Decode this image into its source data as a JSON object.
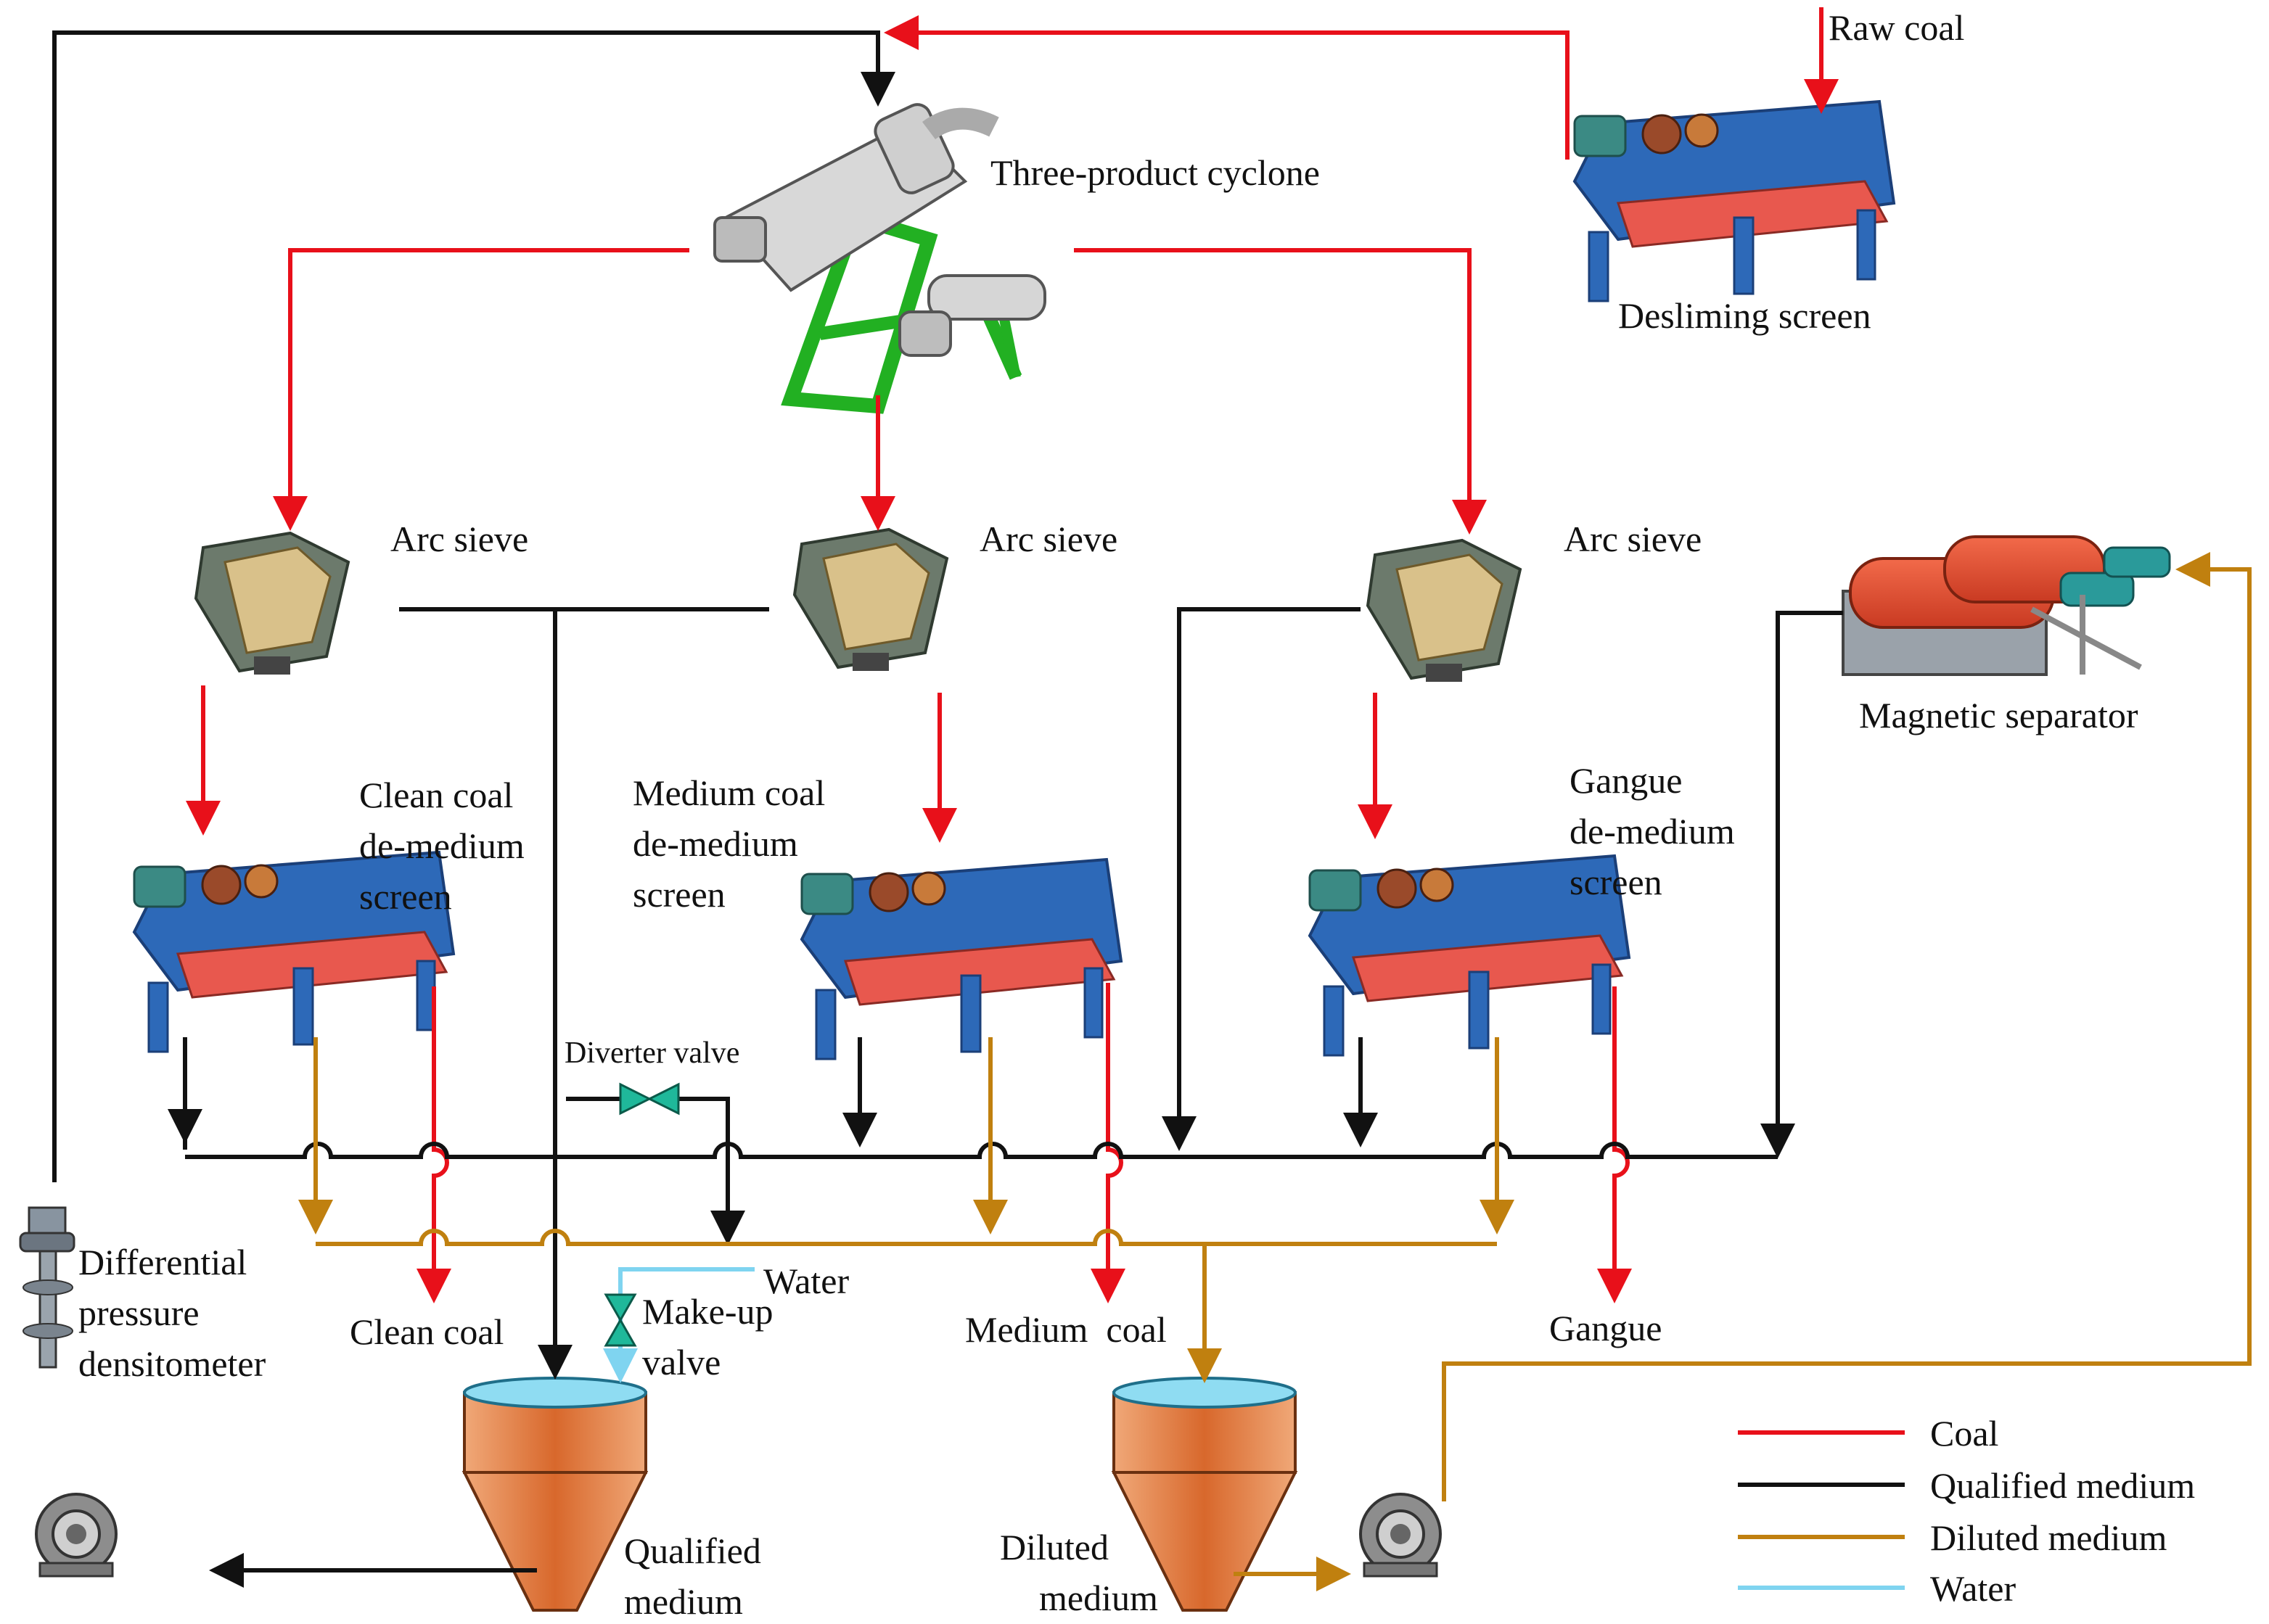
{
  "colors": {
    "coal": "#e8101a",
    "qualified_medium": "#111111",
    "diluted_medium": "#c0800f",
    "water": "#7fd4f0"
  },
  "labels": {
    "raw_coal": "Raw coal",
    "cyclone": "Three-product cyclone",
    "desliming_screen": "Desliming screen",
    "arc_sieve_1": "Arc sieve",
    "arc_sieve_2": "Arc sieve",
    "arc_sieve_3": "Arc sieve",
    "magnetic_separator": "Magnetic separator",
    "clean_screen": [
      "Clean coal",
      "de-medium",
      "screen"
    ],
    "medium_screen": [
      "Medium coal",
      "de-medium",
      "screen"
    ],
    "gangue_screen": [
      "Gangue",
      "de-medium",
      "screen"
    ],
    "diverter_valve": "Diverter valve",
    "water": "Water",
    "makeup_valve": [
      "Make-up",
      "valve"
    ],
    "densitometer": [
      "Differential",
      "pressure",
      "densitometer"
    ],
    "clean_coal": "Clean coal",
    "medium_coal": "Medium  coal",
    "gangue": "Gangue",
    "qualified_tank": [
      "Qualified",
      "medium"
    ],
    "diluted_tank": [
      "Diluted",
      "medium"
    ]
  },
  "legend": [
    {
      "label": "Coal",
      "color": "#e8101a"
    },
    {
      "label": "Qualified medium",
      "color": "#111111"
    },
    {
      "label": "Diluted medium",
      "color": "#c0800f"
    },
    {
      "label": "Water",
      "color": "#7fd4f0"
    }
  ]
}
